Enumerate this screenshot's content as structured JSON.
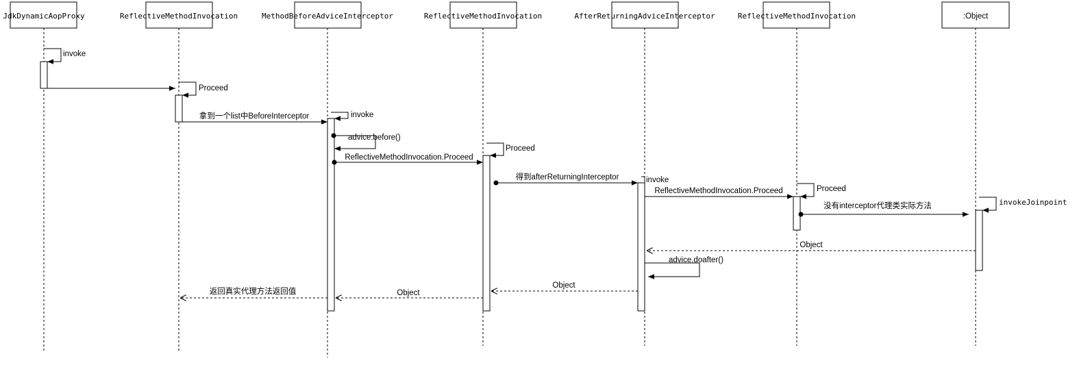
{
  "participants": [
    {
      "id": "p1",
      "name": "JdkDynamicAopProxy"
    },
    {
      "id": "p2",
      "name": "ReflectiveMethodInvocation"
    },
    {
      "id": "p3",
      "name": "MethodBeforeAdviceInterceptor"
    },
    {
      "id": "p4",
      "name": "ReflectiveMethodInvocation"
    },
    {
      "id": "p5",
      "name": "AfterReturningAdviceInterceptor"
    },
    {
      "id": "p6",
      "name": "ReflectiveMethodInvocation"
    },
    {
      "id": "p7",
      "name": ":Object"
    }
  ],
  "messages": [
    {
      "id": "m1",
      "label": "invoke"
    },
    {
      "id": "m2",
      "label": ""
    },
    {
      "id": "m3",
      "label": "Proceed"
    },
    {
      "id": "m4",
      "label": "拿到一个list中BeforeInterceptor"
    },
    {
      "id": "m5",
      "label": "invoke"
    },
    {
      "id": "m6",
      "label": "advice.before()"
    },
    {
      "id": "m7",
      "label": "ReflectiveMethodInvocation.Proceed"
    },
    {
      "id": "m8",
      "label": "Proceed"
    },
    {
      "id": "m9",
      "label": "得到afterReturningInterceptor"
    },
    {
      "id": "m10",
      "label": "invoke"
    },
    {
      "id": "m11",
      "label": "ReflectiveMethodInvocation.Proceed"
    },
    {
      "id": "m12",
      "label": "Proceed"
    },
    {
      "id": "m13",
      "label": "没有interceptor代理类实际方法"
    },
    {
      "id": "m14",
      "label": "invokeJoinpoint"
    },
    {
      "id": "m15",
      "label": "Object"
    },
    {
      "id": "m16",
      "label": "advice.doafter()"
    },
    {
      "id": "m17",
      "label": "Object"
    },
    {
      "id": "m18",
      "label": "Object"
    },
    {
      "id": "m19",
      "label": "返回真实代理方法返回值"
    }
  ]
}
